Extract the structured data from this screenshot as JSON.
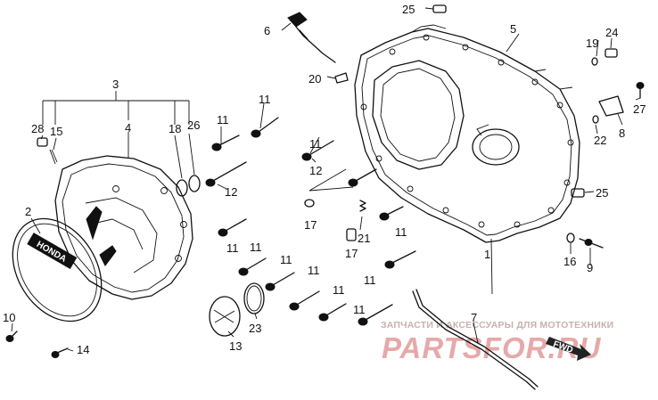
{
  "diagram": {
    "part_labels": {
      "p1": "1",
      "p2": "2",
      "p3": "3",
      "p4": "4",
      "p5": "5",
      "p6": "6",
      "p7": "7",
      "p8": "8",
      "p9": "9",
      "p10": "10",
      "p11a": "11",
      "p11b": "11",
      "p11c": "11",
      "p11d": "11",
      "p11e": "11",
      "p11f": "11",
      "p11g": "11",
      "p11h": "11",
      "p11i": "11",
      "p11j": "11",
      "p11k": "11",
      "p12a": "12",
      "p12b": "12",
      "p13": "13",
      "p14": "14",
      "p15": "15",
      "p16": "16",
      "p17a": "17",
      "p17b": "17",
      "p18": "18",
      "p19": "19",
      "p20": "20",
      "p21": "21",
      "p22": "22",
      "p23": "23",
      "p24": "24",
      "p25a": "25",
      "p25b": "25",
      "p26": "26",
      "p27": "27",
      "p28": "28"
    },
    "cover_emblem_text": "HONDA",
    "arrow_text": "FWD"
  },
  "watermark": {
    "caption": "ЗАПЧАСТИ И АКСЕССУАРЫ ДЛЯ МОТОТЕХНИКИ",
    "logo": "PARTSFOR.RU",
    "color": "#d23a3a"
  },
  "colors": {
    "ink": "#111111",
    "background": "#ffffff"
  }
}
